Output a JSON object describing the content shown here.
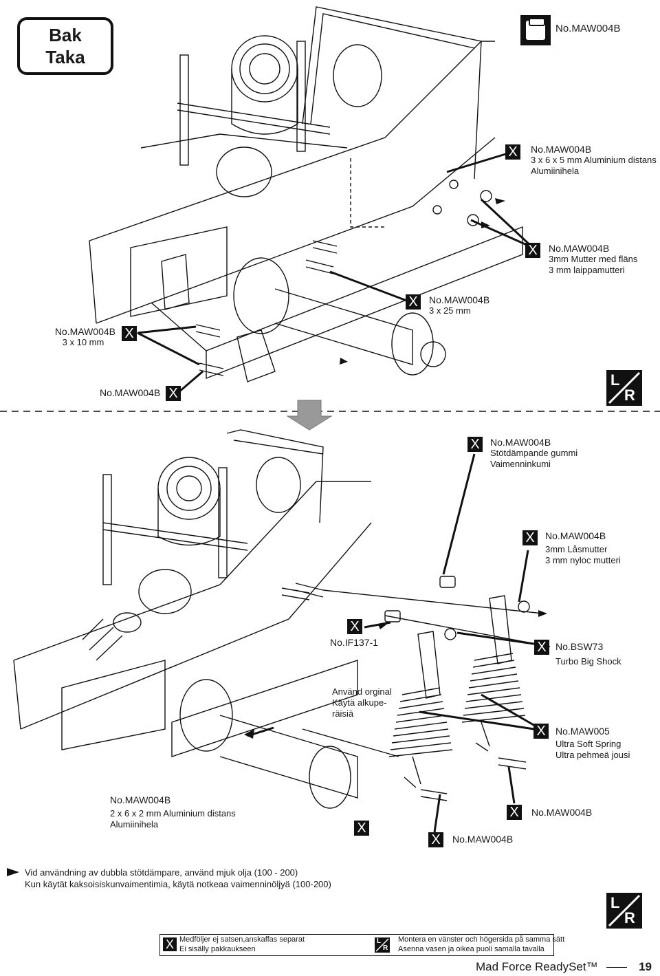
{
  "header": {
    "section_line1": "Bak",
    "section_line2": "Taka",
    "part_code": "No.MAW004B"
  },
  "top_callouts": {
    "spacer": {
      "code": "No.MAW004B",
      "line1": "3 x 6 x 5 mm Aluminium distans",
      "line2": "Alumiinihela"
    },
    "flange_nut": {
      "code": "No.MAW004B",
      "line1": "3mm Mutter med fläns",
      "line2": "3 mm laippamutteri"
    },
    "screw_25": {
      "code": "No.MAW004B",
      "line1": "3 x 25 mm"
    },
    "screw_10": {
      "code": "No.MAW004B",
      "line1": "3 x 10 mm"
    },
    "lower": {
      "code": "No.MAW004B"
    }
  },
  "bottom_callouts": {
    "rubber": {
      "code": "No.MAW004B",
      "line1": "Stötdämpande gummi",
      "line2": "Vaimenninkumi"
    },
    "locknut": {
      "code": "No.MAW004B",
      "line1": "3mm Låsmutter",
      "line2": "3 mm nyloc mutteri"
    },
    "if137": {
      "code": "No.IF137-1"
    },
    "bsw73": {
      "code": "No.BSW73",
      "line1": "Turbo Big Shock"
    },
    "original": {
      "line1": "Använd orginal",
      "line2": "Käytä alkupe-",
      "line3": "räisiä"
    },
    "maw005": {
      "code": "No.MAW005",
      "line1": "Ultra Soft Spring",
      "line2": "Ultra pehmeä jousi"
    },
    "spacer2": {
      "code": "No.MAW004B",
      "line1": "2 x 6 x 2 mm Aluminium distans",
      "line2": "Alumiinihela"
    },
    "screw_a": {
      "code": "No.MAW004B"
    },
    "screw_b": {
      "code": "No.MAW004B"
    }
  },
  "x_mark": "X",
  "lr_mark": {
    "l": "L",
    "r": "R"
  },
  "note": {
    "line1": "Vid användning av dubbla stötdämpare, använd mjuk olja (100 - 200)",
    "line2": "Kun käytät kaksoisiskunvaimentimia, käytä notkeaa vaimenninöljyä (100-200)"
  },
  "legend": {
    "not_included_sv": "Medföljer ej  satsen,anskaffas separat",
    "not_included_fi": "Ei sisälly pakkaukseen",
    "lr_sv": "Montera en vänster och högersida på samma sätt",
    "lr_fi": "Asenna vasen ja oikea puoli samalla tavalla"
  },
  "footer": {
    "title": "Mad Force ReadySet™",
    "page": "19"
  }
}
